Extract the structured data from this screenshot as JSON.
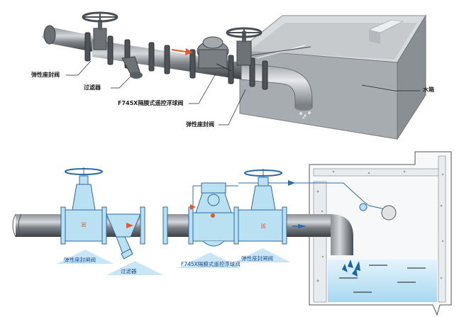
{
  "top_diagram": {
    "labels": {
      "seal_valve_left": "弹性座封阀",
      "strainer": "过滤器",
      "float_valve": "F745X隔膜式遥控浮球阀",
      "seal_valve_right": "弹性座封阀",
      "water_tank": "水箱"
    }
  },
  "bottom_diagram": {
    "labels": {
      "gate_valve_left": "弹性座封闸阀",
      "strainer": "过滤器",
      "float_valve": "F745X隔膜式遥控浮球阀",
      "gate_valve_right": "弹性座封闸阀"
    }
  },
  "colors": {
    "pipe_dark": "#5a5f66",
    "tank_gray": "#9ea3a8",
    "outline_blue": "#2d6aa8",
    "water_blue": "#bfe3f6",
    "flow_arrow": "#e05a2a",
    "valve_fill": "#b9e1f1"
  }
}
